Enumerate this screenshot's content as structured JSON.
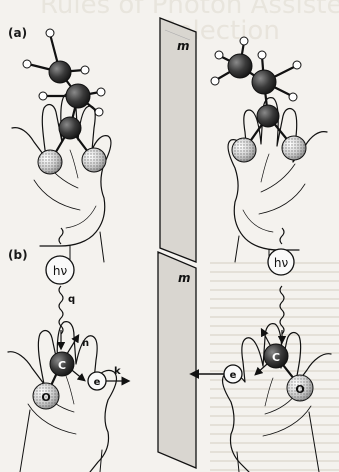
{
  "background_heading": "Rules of Photon Assisted",
  "background_heading2": "Selection",
  "panel_a": {
    "label": "(a)",
    "mirror_label": "m"
  },
  "panel_b": {
    "label": "(b)",
    "mirror_label": "m",
    "photon_left": "hν",
    "photon_right": "hν",
    "q_label": "q",
    "n_label": "n",
    "k_label": "k",
    "carbon_left": "C",
    "carbon_right": "C",
    "electron_left": "e",
    "electron_right": "e",
    "oxygen_left": "O",
    "oxygen_right": "O"
  }
}
